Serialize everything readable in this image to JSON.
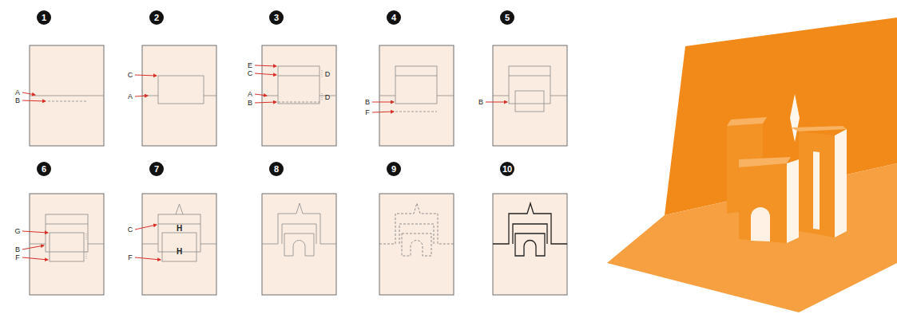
{
  "diagram": {
    "labels": [
      "1",
      "A",
      "B",
      "2",
      "C",
      "A",
      "3",
      "E",
      "C",
      "A",
      "B",
      "D",
      "D",
      "4",
      "B",
      "F",
      "5",
      "B",
      "6",
      "G",
      "B",
      "F",
      "7",
      "C",
      "F",
      "H",
      "H",
      "8",
      "9",
      "10"
    ]
  }
}
